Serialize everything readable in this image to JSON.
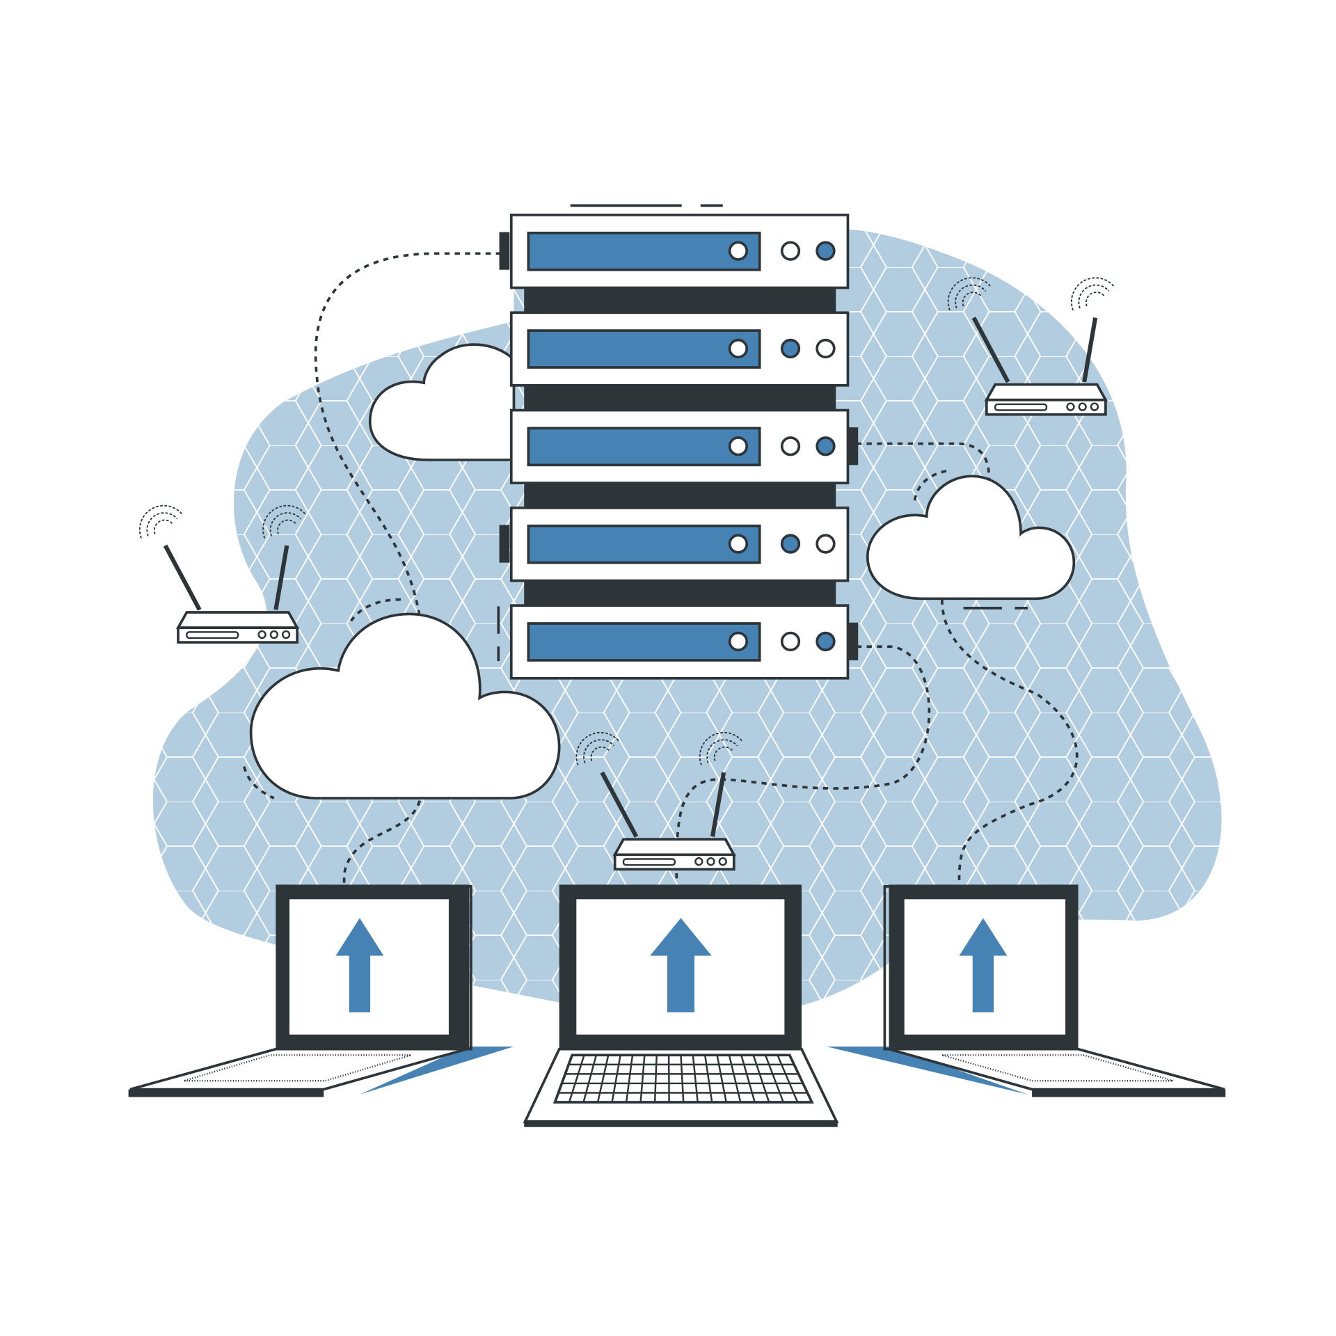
{
  "illustration": {
    "subject": "server-rack-network",
    "colors": {
      "background": "#ffffff",
      "blob": "#b3cde0",
      "hex_grid": "#ffffff",
      "accent_blue": "#4683b4",
      "outline": "#2e3539"
    },
    "icons": [
      "server-rack-icon",
      "cloud-icon",
      "wifi-router-icon",
      "laptop-icon",
      "upload-arrow-icon"
    ],
    "server_units": [
      {
        "led1": "white",
        "led2": "blue"
      },
      {
        "led1": "blue",
        "led2": "white"
      },
      {
        "led1": "white",
        "led2": "blue"
      },
      {
        "led1": "blue",
        "led2": "white"
      },
      {
        "led1": "white",
        "led2": "blue"
      }
    ]
  }
}
